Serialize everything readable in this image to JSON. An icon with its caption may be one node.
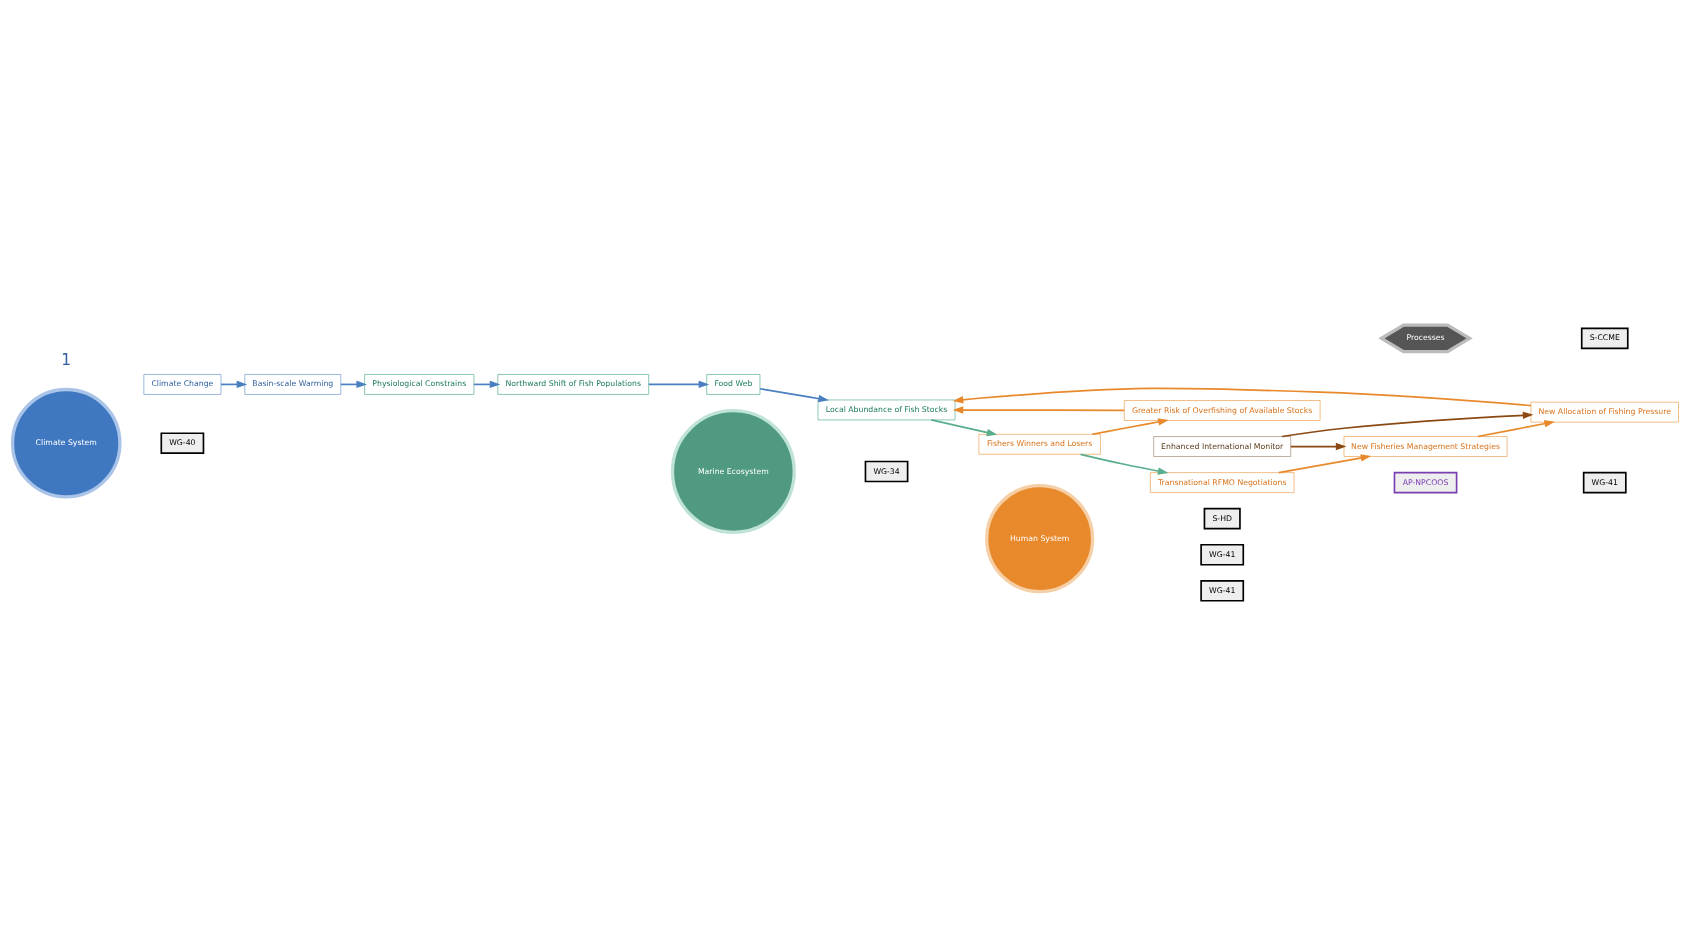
{
  "diagram": {
    "nodes": [
      {
        "text": [
          "Climate System"
        ]
      },
      {
        "text": [
          "Climate Change"
        ]
      },
      {
        "text": [
          "WG-40"
        ]
      },
      {
        "text": [
          "Basin-scale Warming"
        ]
      },
      {
        "text": [
          "Processes"
        ]
      },
      {
        "text": [
          "S-CCME"
        ]
      },
      {
        "text": [
          "Physiological Constrains"
        ]
      },
      {
        "text": [
          "Northward Shift of Fish Populations"
        ]
      },
      {
        "text": [
          "WG-34"
        ]
      },
      {
        "text": [
          "Marine Ecosystem"
        ]
      },
      {
        "text": [
          "Food Web"
        ]
      },
      {
        "text": [
          "Local Abundance of Fish Stocks"
        ]
      },
      {
        "text": [
          "Fishers Winners and Losers"
        ]
      },
      {
        "text": [
          "WG-41"
        ]
      },
      {
        "text": [
          "Greater Risk of Overfishing of Available Stocks"
        ]
      },
      {
        "text": [
          "Human System"
        ]
      },
      {
        "text": [
          "Transnational RFMO Negotiations"
        ]
      },
      {
        "text": [
          "WG-41"
        ]
      },
      {
        "text": [
          "New Fisheries Management Strategies"
        ]
      },
      {
        "text": [
          "S-HD"
        ]
      },
      {
        "text": [
          "Enhanced International Monitor"
        ]
      },
      {
        "text": [
          "AP-NPCOOS"
        ]
      },
      {
        "text": [
          "New Allocation of Fishing Pressure"
        ]
      },
      {
        "text": [
          "WG-41"
        ]
      }
    ],
    "edges": [
      {
        "from": 1,
        "to": 3,
        "arrow": "to",
        "color": "#4a7fc1"
      },
      {
        "from": 3,
        "to": 6,
        "arrow": "to",
        "color": "#4a7fc1"
      },
      {
        "from": 6,
        "to": 7,
        "arrow": "to",
        "color": "#4a7fc1"
      },
      {
        "from": 7,
        "to": 10,
        "arrow": "to",
        "color": "#4a7fc1"
      },
      {
        "from": 10,
        "to": 11,
        "arrow": "to",
        "color": "#4a7fc1"
      },
      {
        "from": 11,
        "to": 12,
        "arrow": "to",
        "color": "#5aae8c"
      },
      {
        "from": 12,
        "to": 16,
        "arrow": "to",
        "color": "#5aae8c"
      },
      {
        "from": 16,
        "to": 18,
        "arrow": "to",
        "color": "#e8892b"
      },
      {
        "from": 18,
        "to": 22,
        "arrow": "to",
        "color": "#e8892b"
      },
      {
        "from": 22,
        "to": 11,
        "arrow": "to",
        "color": "#e8892b"
      },
      {
        "from": 12,
        "to": 14,
        "arrow": "to",
        "color": "#e8892b"
      },
      {
        "from": 14,
        "to": 11,
        "arrow": "to",
        "color": "#e8892b"
      },
      {
        "from": 20,
        "to": 18,
        "arrow": "to",
        "color": "#8b4a12"
      },
      {
        "from": 20,
        "to": 22,
        "arrow": "to",
        "color": "#8b4a12"
      }
    ],
    "labels": [
      "1"
    ]
  }
}
